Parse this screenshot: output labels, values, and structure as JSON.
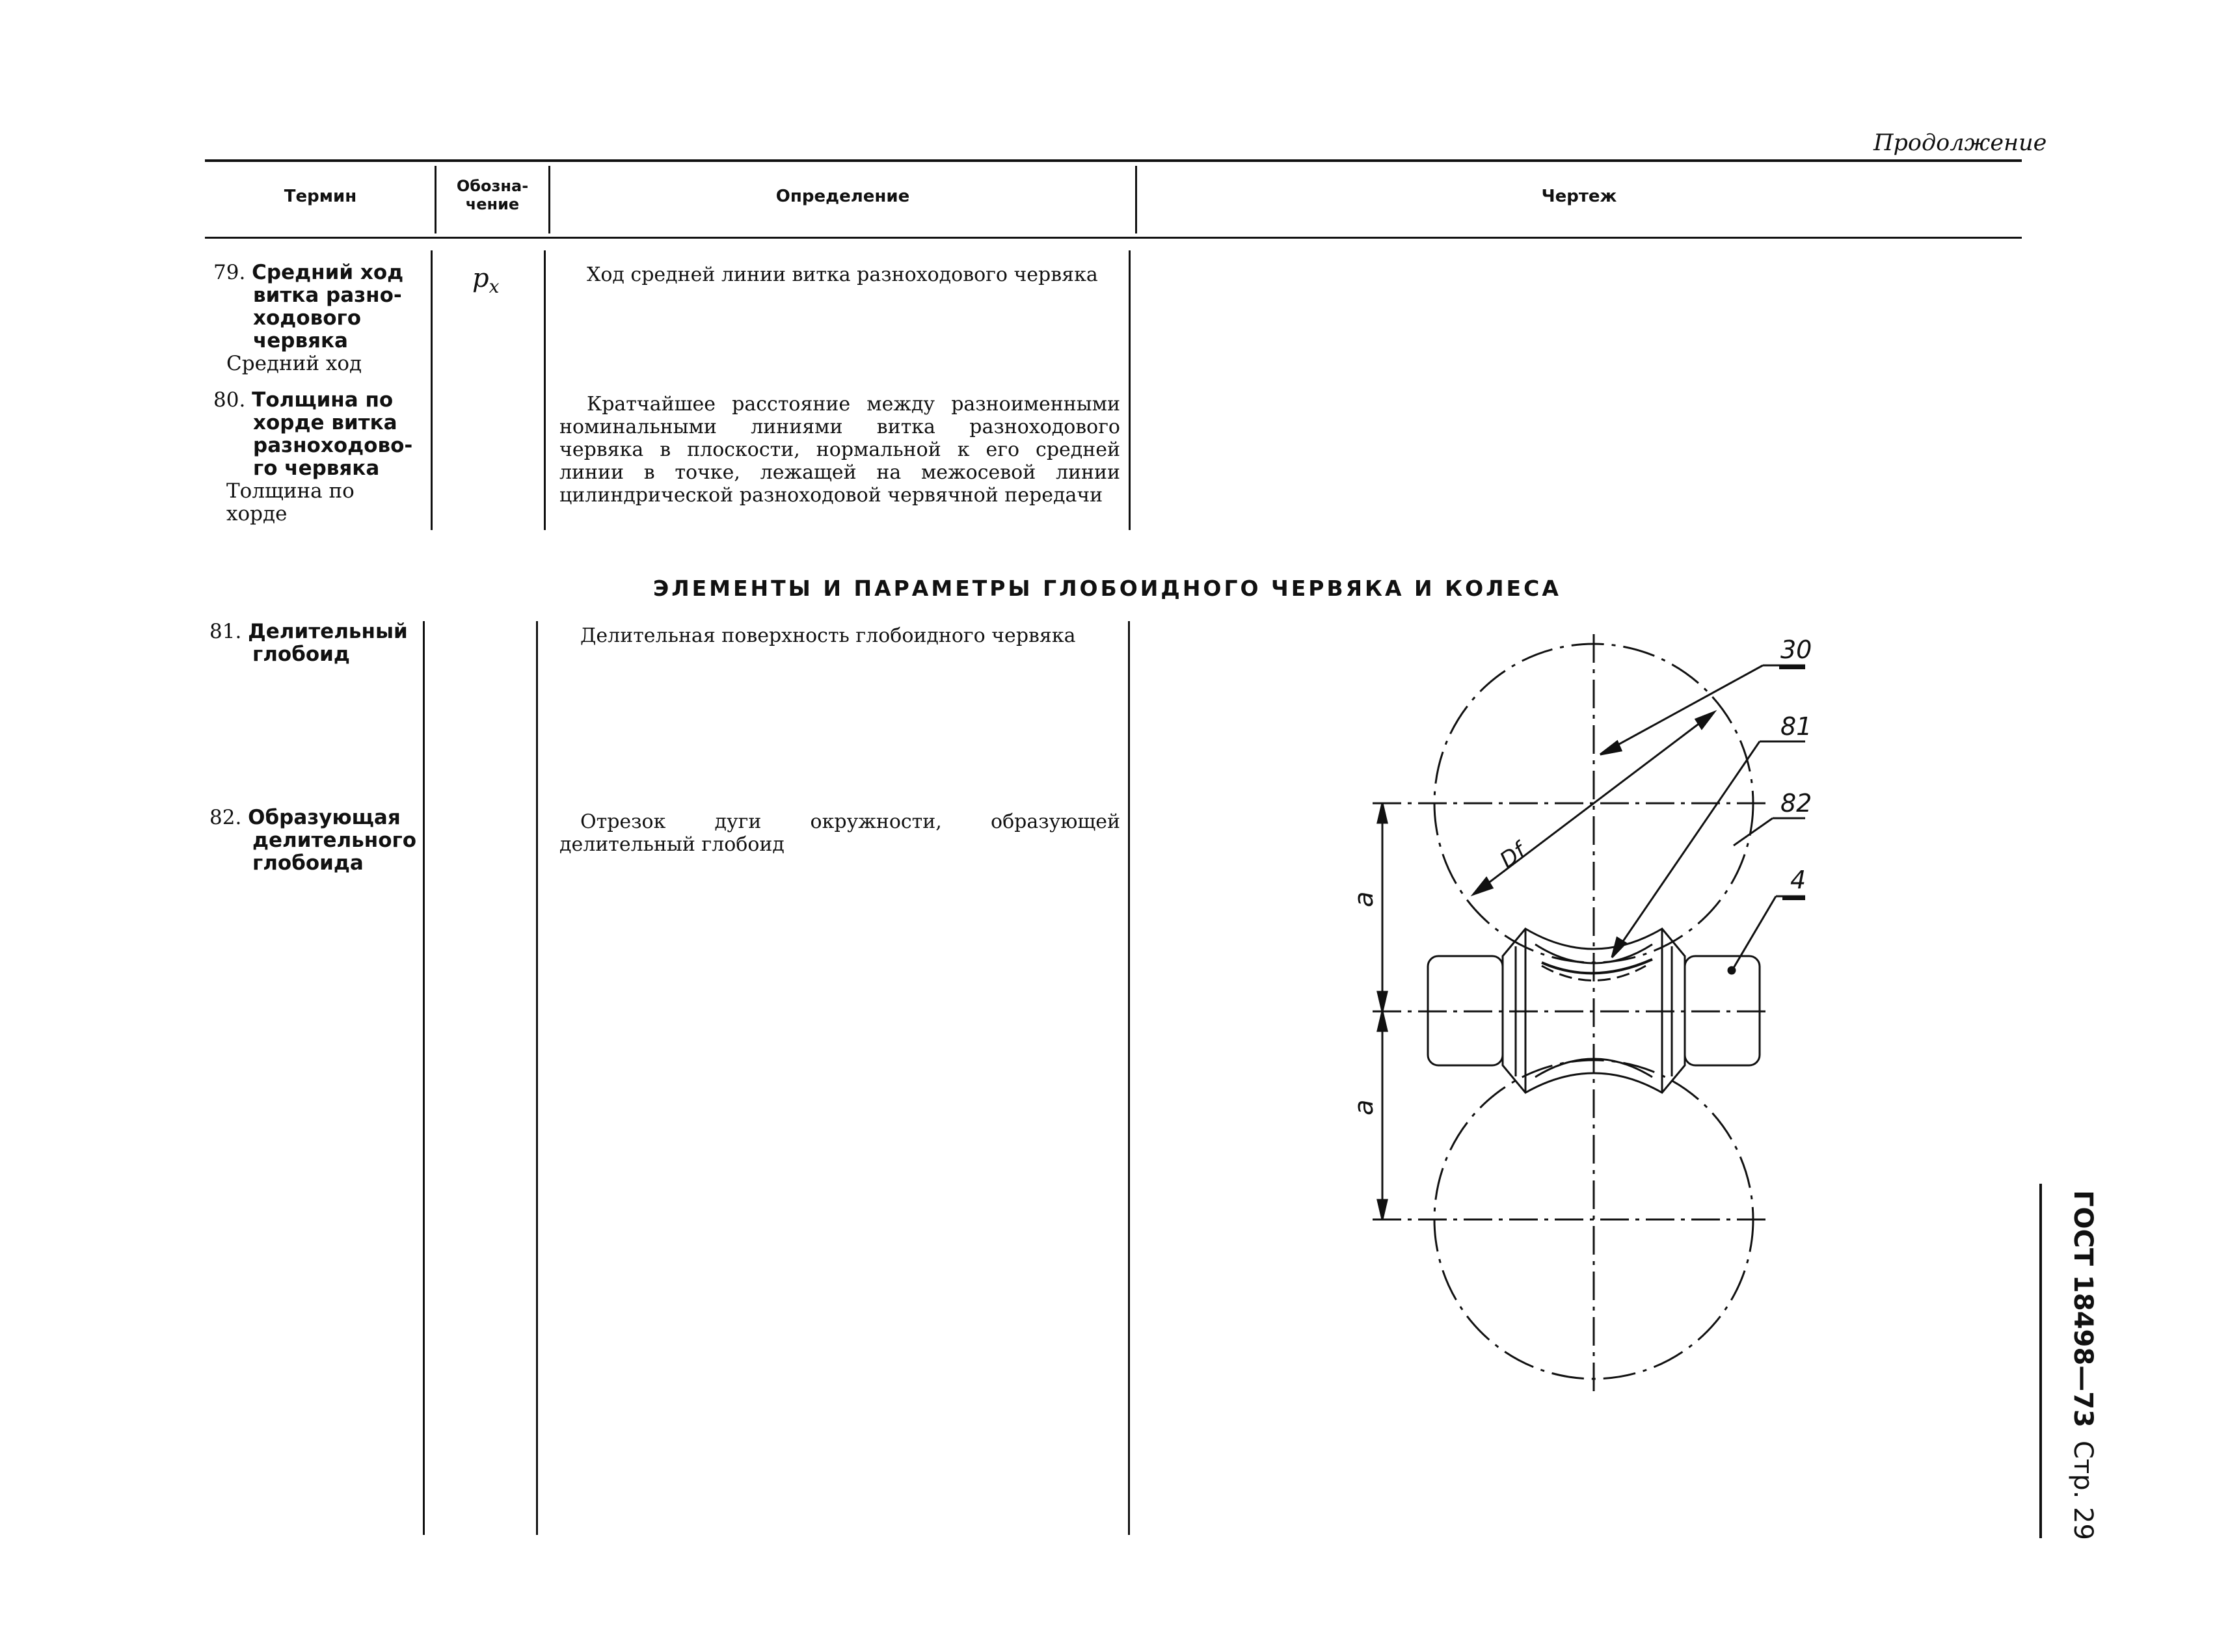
{
  "continuation": "Продолжение",
  "headers": {
    "term": "Термин",
    "symbol_l1": "Обозна-",
    "symbol_l2": "чение",
    "definition": "Определение",
    "drawing": "Чертеж"
  },
  "rows": [
    {
      "num": "79.",
      "term_lines": [
        "Средний ход",
        "витка разно-",
        "ходового",
        "червяка"
      ],
      "synonym_lines": [
        "Средний ход"
      ],
      "symbol_base": "p",
      "symbol_sub": "x",
      "definition": "Ход средней линии витка разноходового червяка"
    },
    {
      "num": "80.",
      "term_lines": [
        "Толщина по",
        "хорде витка",
        "разноходово-",
        "го червяка"
      ],
      "synonym_lines": [
        "Толщина по",
        "хорде"
      ],
      "definition": "Кратчайшее расстояние между разноименными номинальными линиями витка разноходового червяка в плоскости, нормальной к его средней линии в точке, лежащей на межосевой линии цилиндрической разноходовой червячной передачи"
    },
    {
      "num": "81.",
      "term_lines": [
        "Делительный",
        "глобоид"
      ],
      "definition": "Делительная поверхность глобоидного червяка"
    },
    {
      "num": "82.",
      "term_lines": [
        "Образующая",
        "делительного",
        "глобоида"
      ],
      "definition": "Отрезок дуги окружности, образующей делительный глобоид"
    }
  ],
  "section_title": "ЭЛЕМЕНТЫ И ПАРАМЕТРЫ ГЛОБОИДНОГО ЧЕРВЯКА И КОЛЕСА",
  "drawing": {
    "labels": {
      "l30": "30",
      "l81": "81",
      "l82": "82",
      "l4": "4",
      "df": "Df",
      "a_top": "a",
      "a_bottom": "a"
    }
  },
  "side_text": {
    "standard": "ГОСТ 18498—73",
    "page": "Стр. 29"
  }
}
